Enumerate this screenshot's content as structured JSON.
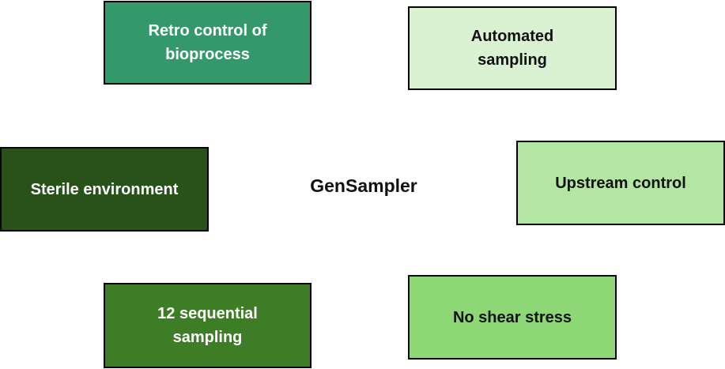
{
  "diagram": {
    "type": "radial",
    "center": {
      "label": "GenSampler"
    },
    "nodes": [
      {
        "id": "retro",
        "label": "Retro control of bioprocess",
        "position": "top-left",
        "fill": "#33996a",
        "text_color": "#ffffff"
      },
      {
        "id": "auto",
        "label": "Automated sampling",
        "position": "top-right",
        "fill": "#daf2d2",
        "text_color": "#111111"
      },
      {
        "id": "sterile",
        "label": "Sterile environment",
        "position": "left",
        "fill": "#285219",
        "text_color": "#ffffff"
      },
      {
        "id": "upstream",
        "label": "Upstream control",
        "position": "right",
        "fill": "#b3e5a3",
        "text_color": "#111111"
      },
      {
        "id": "seq",
        "label": "12 sequential sampling",
        "position": "bottom-left",
        "fill": "#3d7d25",
        "text_color": "#ffffff"
      },
      {
        "id": "shear",
        "label": "No shear stress",
        "position": "bottom-right",
        "fill": "#8dd776",
        "text_color": "#111111"
      }
    ],
    "connector_color": "#ffffff"
  }
}
